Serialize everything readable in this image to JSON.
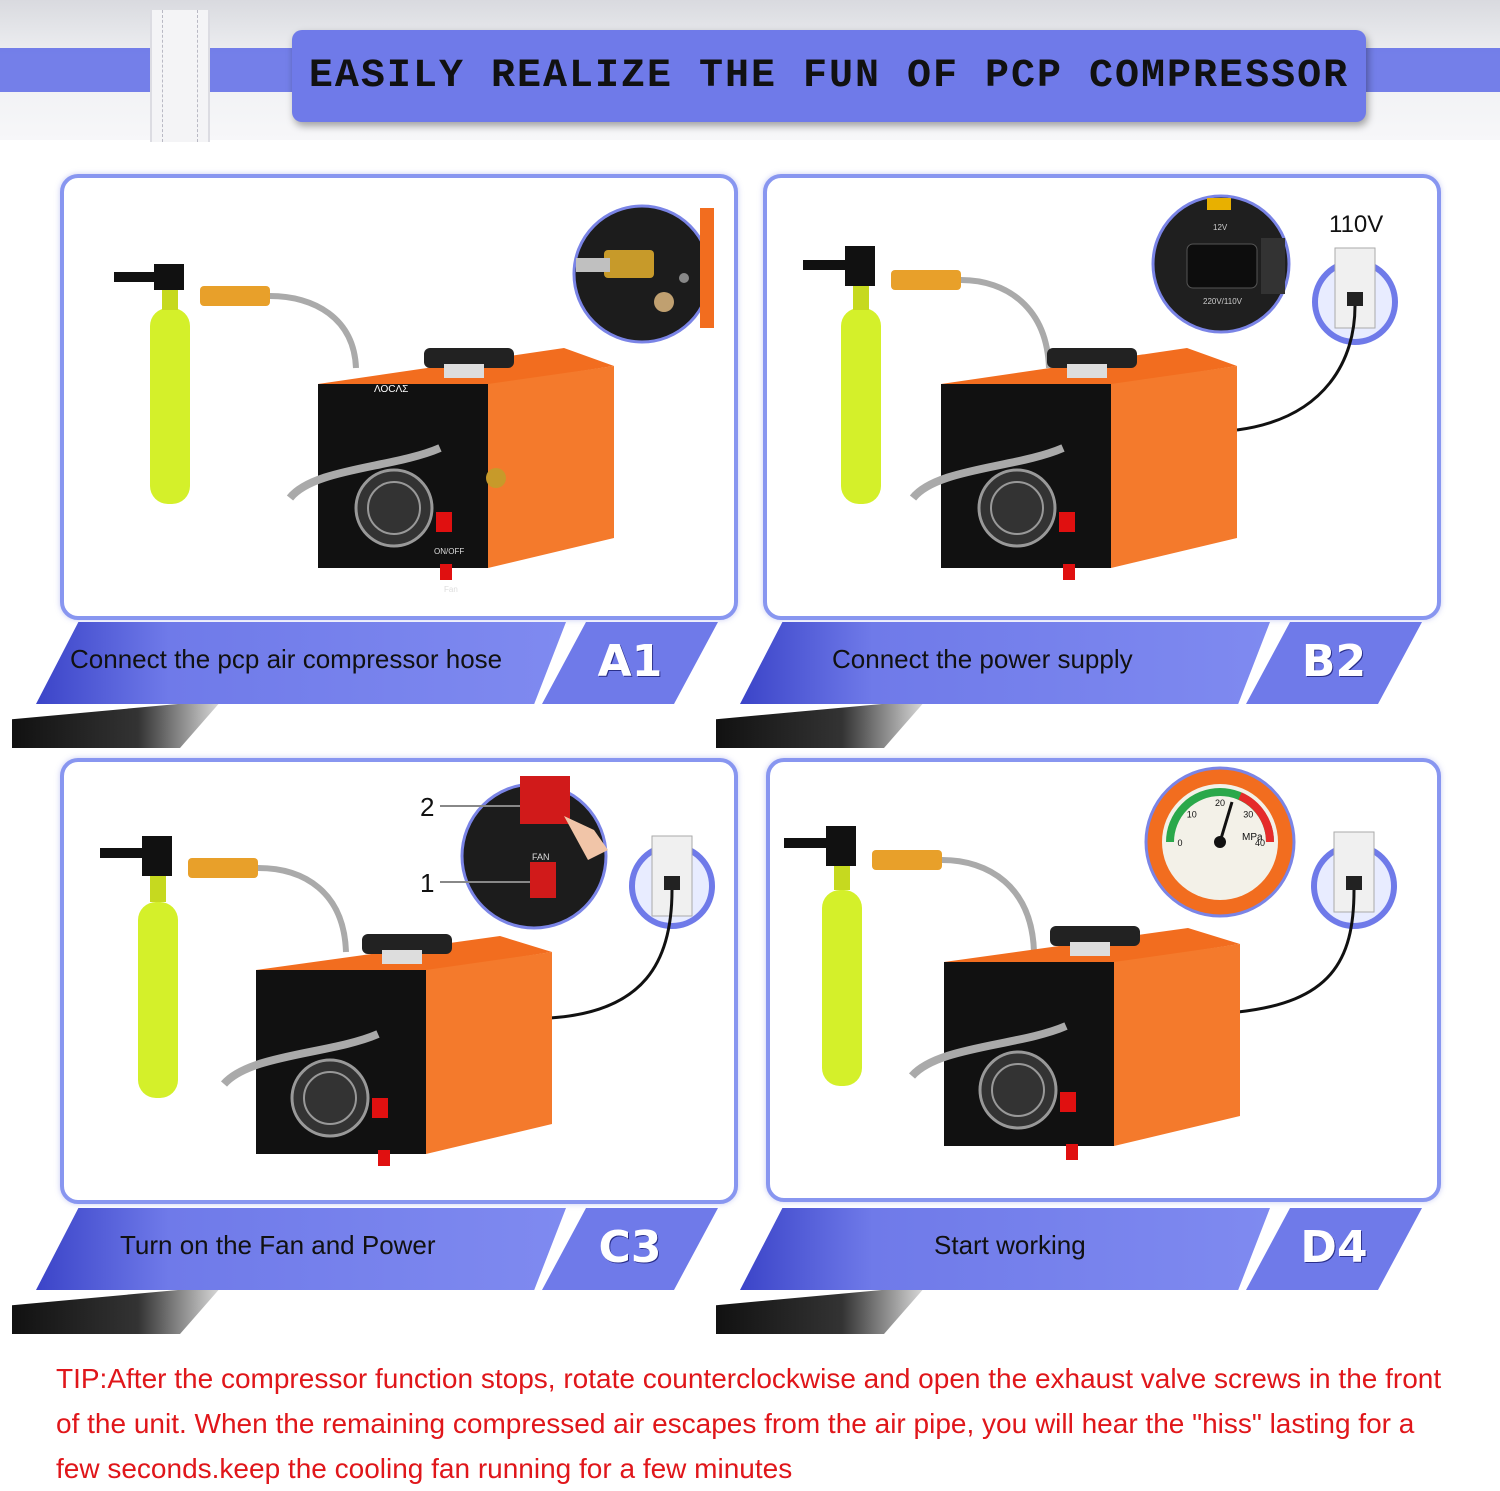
{
  "header": {
    "title": "EASILY REALIZE THE FUN OF PCP COMPRESSOR"
  },
  "colors": {
    "accent": "#6f7ae9",
    "compressor": "#f26d1f",
    "bottle": "#d4f02a",
    "tip": "#e0161a"
  },
  "steps": [
    {
      "code": "A1",
      "caption": "Connect the pcp air compressor hose"
    },
    {
      "code": "B2",
      "caption": "Connect the power supply",
      "outlet_label": "110V"
    },
    {
      "code": "C3",
      "caption": "Turn on the Fan and Power",
      "callout_1": "1",
      "callout_2": "2"
    },
    {
      "code": "D4",
      "caption": "Start working"
    }
  ],
  "machine": {
    "brand": "ΛΟCΛΣ",
    "onoff": "ON/OFF",
    "fan": "Fan",
    "fan_upper": "FAN",
    "volt12": "12V",
    "volt220": "220V/110V",
    "gauge_unit": "MPa",
    "gauge_ticks": [
      "0",
      "10",
      "20",
      "30",
      "40"
    ]
  },
  "tip": "TIP:After the compressor function stops, rotate counterclockwise and open the exhaust valve screws in the front of the unit. When the remaining compressed air escapes from the air pipe, you will hear the \"hiss\" lasting for a few seconds.keep the cooling fan running for a few minutes"
}
